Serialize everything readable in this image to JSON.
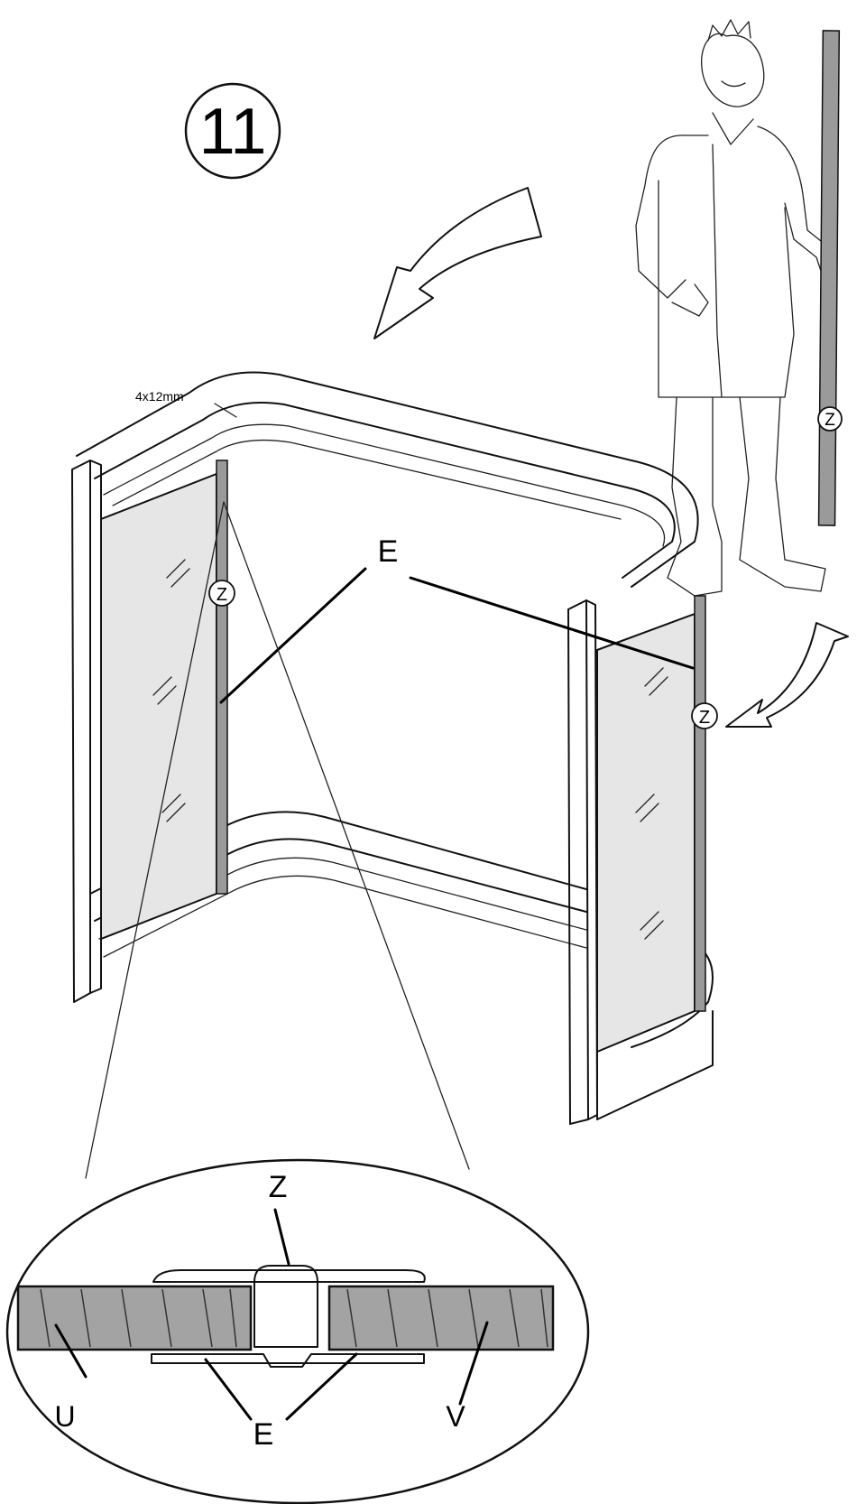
{
  "step": {
    "number": "11"
  },
  "annotations": {
    "screw_spec": "4x12mm",
    "label_E_main": "E",
    "circle_Z_left": "Z",
    "circle_Z_right": "Z",
    "circle_Z_person": "Z"
  },
  "detail": {
    "label_Z": "Z",
    "label_U": "U",
    "label_E": "E",
    "label_V": "V"
  }
}
